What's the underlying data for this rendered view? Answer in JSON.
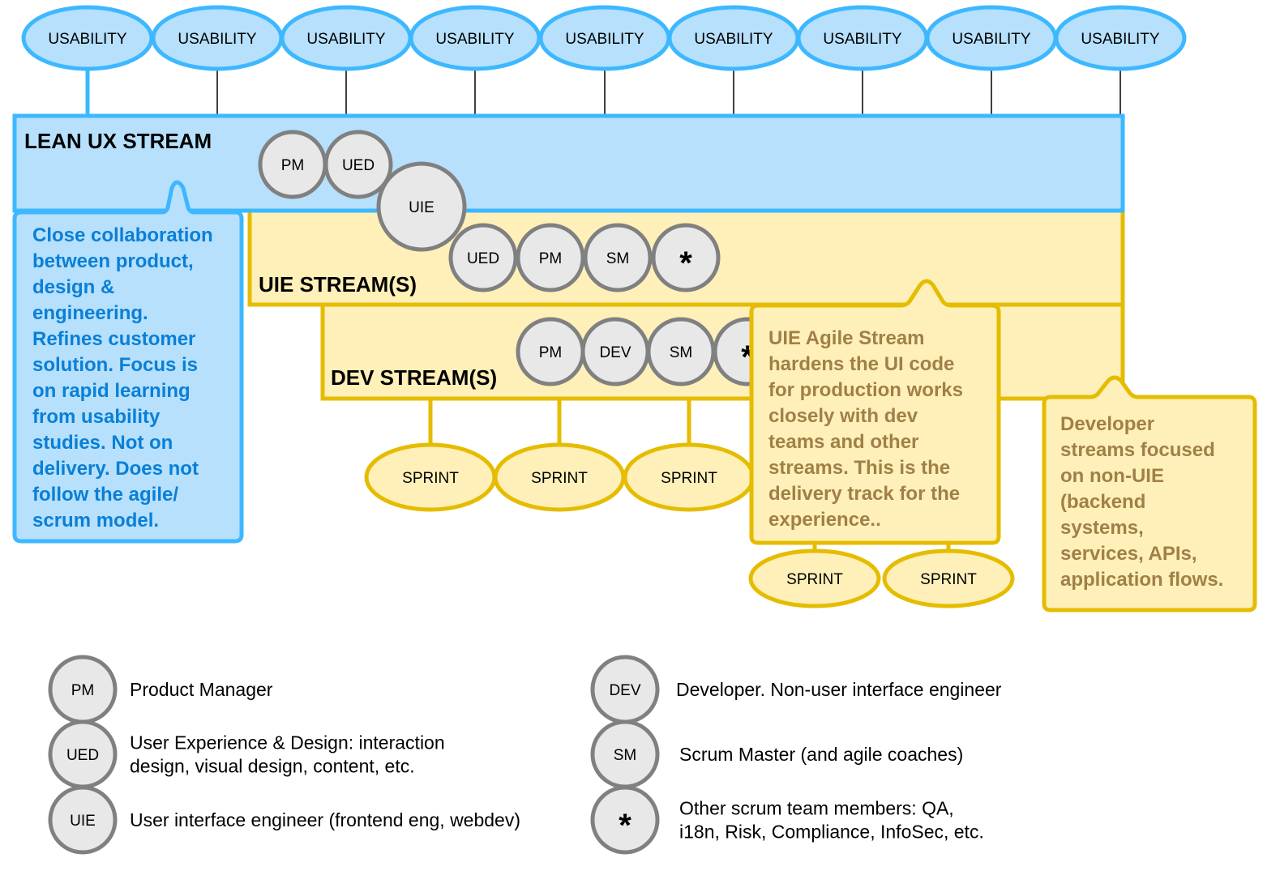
{
  "colors": {
    "lean_ux_stroke": "#3db8ff",
    "lean_ux_fill": "#b6e0fc",
    "stream_stroke": "#e5bc00",
    "stream_fill": "#fef0b8",
    "blue_text": "#0a7fd6",
    "brown_text": "#a08048",
    "role_fill": "#e8e8e8",
    "role_stroke": "#808080"
  },
  "usability": [
    "USABILITY",
    "USABILITY",
    "USABILITY",
    "USABILITY",
    "USABILITY",
    "USABILITY",
    "USABILITY",
    "USABILITY",
    "USABILITY"
  ],
  "streams": {
    "lean_ux": {
      "title": "LEAN UX STREAM",
      "roles": [
        "PM",
        "UED",
        "UIE"
      ]
    },
    "uie": {
      "title": "UIE STREAM(S)",
      "roles": [
        "UED",
        "PM",
        "SM",
        "*"
      ]
    },
    "dev": {
      "title": "DEV STREAM(S)",
      "roles": [
        "PM",
        "DEV",
        "SM",
        "*"
      ]
    }
  },
  "sprints": [
    "SPRINT",
    "SPRINT",
    "SPRINT",
    "SPRINT",
    "SPRINT"
  ],
  "notes": {
    "lean_ux": [
      "Close collaboration",
      "between product,",
      "design &",
      "engineering.",
      "Refines customer",
      "solution. Focus is",
      "on rapid learning",
      "from usability",
      "studies. Not on",
      "delivery. Does not",
      "follow the agile/",
      "scrum model."
    ],
    "uie": [
      "UIE Agile Stream",
      "hardens the UI code",
      "for production works",
      "closely with dev",
      "teams and other",
      "streams. This is the",
      "delivery track for the",
      "experience.."
    ],
    "dev": [
      "Developer",
      "streams focused",
      "on non-UIE",
      "(backend",
      "systems,",
      "services, APIs,",
      "application flows."
    ]
  },
  "legend": [
    {
      "role": "PM",
      "lines": [
        "Product Manager"
      ]
    },
    {
      "role": "UED",
      "lines": [
        "User Experience & Design: interaction",
        "design, visual design, content, etc."
      ]
    },
    {
      "role": "UIE",
      "lines": [
        "User interface engineer (frontend eng, webdev)"
      ]
    },
    {
      "role": "DEV",
      "lines": [
        "Developer. Non-user interface engineer"
      ]
    },
    {
      "role": "SM",
      "lines": [
        "Scrum Master (and agile coaches)"
      ]
    },
    {
      "role": "*",
      "lines": [
        "Other scrum team members: QA,",
        "i18n, Risk, Compliance, InfoSec, etc."
      ]
    }
  ]
}
